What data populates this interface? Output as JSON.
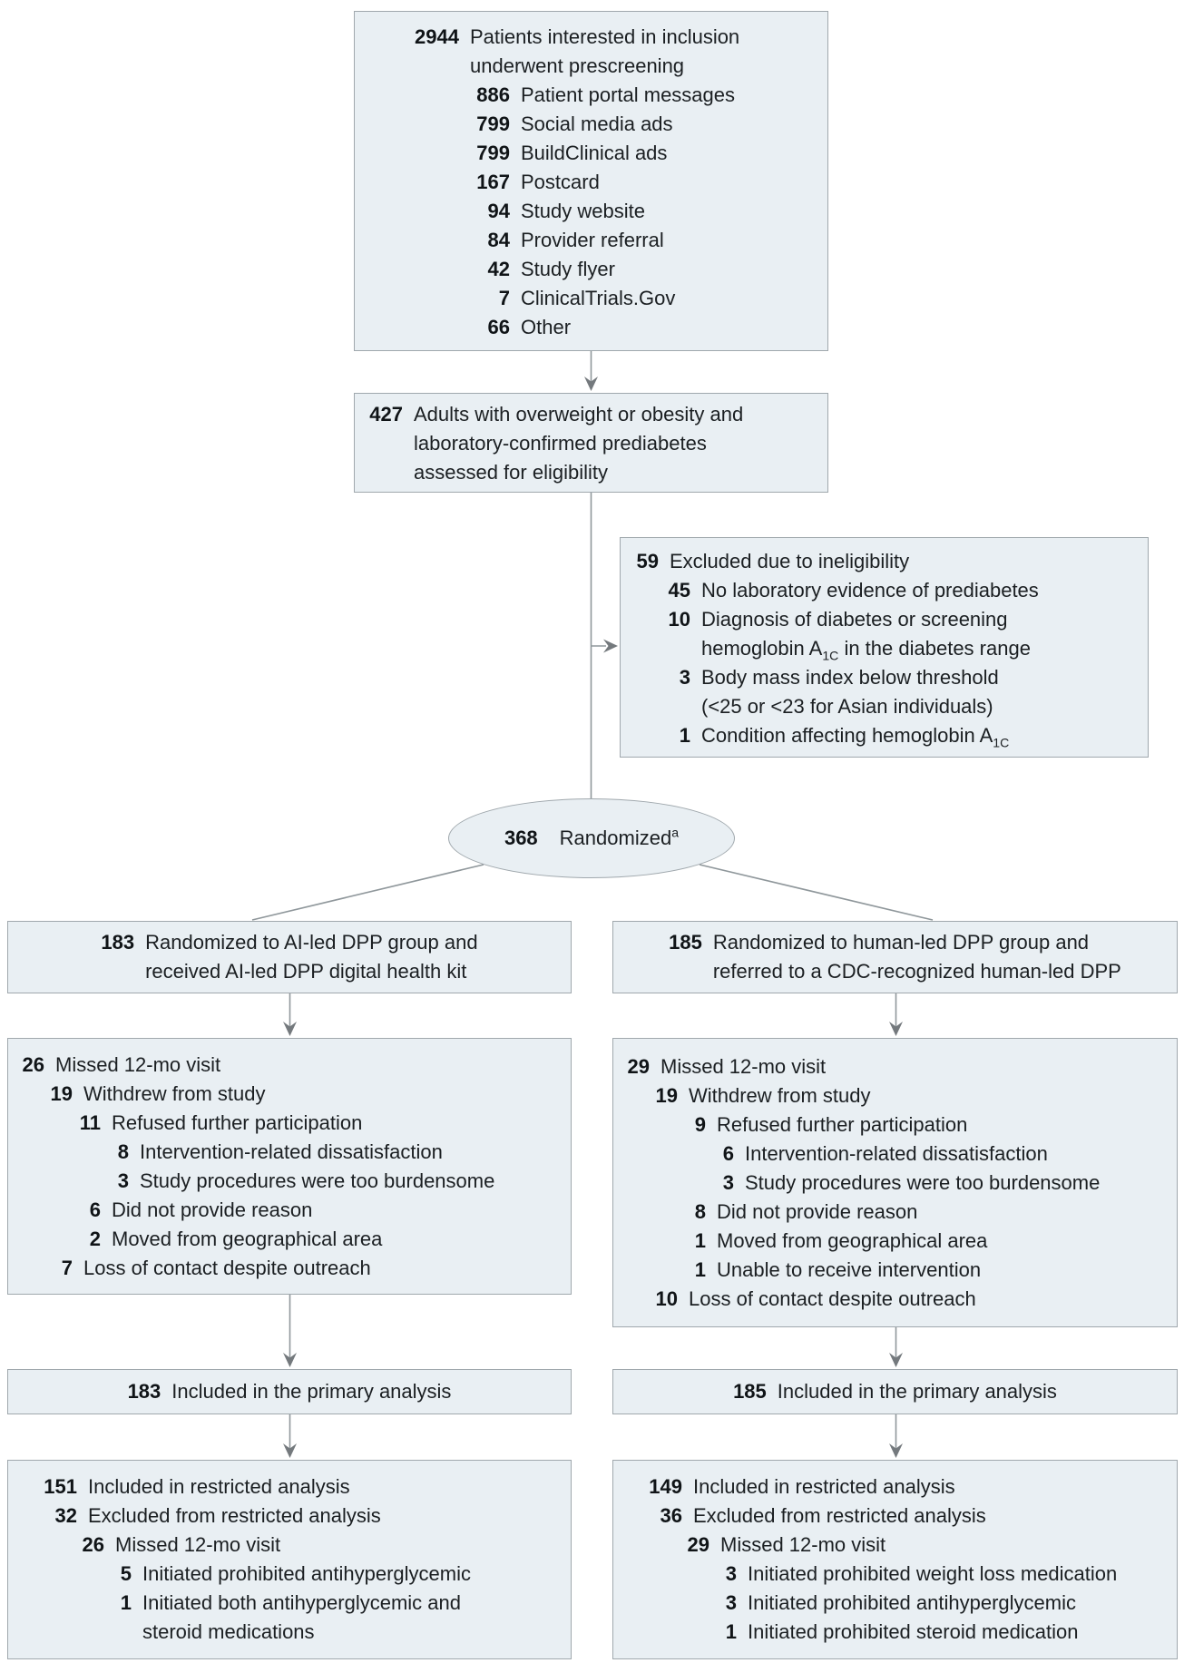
{
  "figure_type": "CONSORT patient flow diagram",
  "colors": {
    "box_fill": "#e9eff3",
    "box_border": "#a0a8ad",
    "line": "#8f979b",
    "arrowhead": "#74797d",
    "text": "#1b1f22"
  },
  "ellipse": {
    "num": "368",
    "text": "Randomized^a^"
  },
  "boxes": {
    "prescreening": {
      "rows": [
        {
          "level": 0,
          "num": "2944",
          "text": "Patients interested in inclusion\nunderwent prescreening"
        },
        {
          "level": 1,
          "num": "886",
          "text": "Patient portal messages"
        },
        {
          "level": 1,
          "num": "799",
          "text": "Social media ads"
        },
        {
          "level": 1,
          "num": "799",
          "text": "BuildClinical ads"
        },
        {
          "level": 1,
          "num": "167",
          "text": "Postcard"
        },
        {
          "level": 1,
          "num": "94",
          "text": "Study website"
        },
        {
          "level": 1,
          "num": "84",
          "text": "Provider referral"
        },
        {
          "level": 1,
          "num": "42",
          "text": "Study flyer"
        },
        {
          "level": 1,
          "num": "7",
          "text": "ClinicalTrials.Gov"
        },
        {
          "level": 1,
          "num": "66",
          "text": "Other"
        }
      ]
    },
    "eligibility": {
      "rows": [
        {
          "level": 0,
          "num": "427",
          "text": "Adults with overweight or obesity and\nlaboratory-confirmed prediabetes\nassessed for eligibility"
        }
      ]
    },
    "excluded": {
      "rows": [
        {
          "level": 0,
          "num": "59",
          "text": "Excluded due to ineligibility"
        },
        {
          "level": 1,
          "num": "45",
          "text": "No laboratory evidence of prediabetes"
        },
        {
          "level": 1,
          "num": "10",
          "text": "Diagnosis of diabetes or screening\nhemoglobin A~1C~ in the diabetes range"
        },
        {
          "level": 1,
          "num": "3",
          "text": "Body mass index below threshold\n(<25 or <23 for Asian individuals)"
        },
        {
          "level": 1,
          "num": "1",
          "text": "Condition affecting hemoglobin A~1C~"
        }
      ]
    },
    "group_ai": {
      "rows": [
        {
          "level": 0,
          "num": "183",
          "text": "Randomized to AI-led DPP group and\nreceived AI-led DPP digital health kit"
        }
      ]
    },
    "group_human": {
      "rows": [
        {
          "level": 0,
          "num": "185",
          "text": "Randomized to human-led DPP group and\nreferred to a CDC-recognized human-led DPP"
        }
      ]
    },
    "missed_ai": {
      "rows": [
        {
          "level": 0,
          "num": "26",
          "text": "Missed 12-mo visit"
        },
        {
          "level": 1,
          "num": "19",
          "text": "Withdrew from study"
        },
        {
          "level": 2,
          "num": "11",
          "text": "Refused further participation"
        },
        {
          "level": 3,
          "num": "8",
          "text": "Intervention-related dissatisfaction"
        },
        {
          "level": 3,
          "num": "3",
          "text": "Study procedures were too burdensome"
        },
        {
          "level": 2,
          "num": "6",
          "text": "Did not provide reason"
        },
        {
          "level": 2,
          "num": "2",
          "text": "Moved from geographical area"
        },
        {
          "level": 1,
          "num": "7",
          "text": "Loss of contact despite outreach"
        }
      ]
    },
    "missed_human": {
      "rows": [
        {
          "level": 0,
          "num": "29",
          "text": "Missed 12-mo visit"
        },
        {
          "level": 1,
          "num": "19",
          "text": "Withdrew from study"
        },
        {
          "level": 2,
          "num": "9",
          "text": "Refused further participation"
        },
        {
          "level": 3,
          "num": "6",
          "text": "Intervention-related dissatisfaction"
        },
        {
          "level": 3,
          "num": "3",
          "text": "Study procedures were too burdensome"
        },
        {
          "level": 2,
          "num": "8",
          "text": "Did not provide reason"
        },
        {
          "level": 2,
          "num": "1",
          "text": "Moved from geographical area"
        },
        {
          "level": 2,
          "num": "1",
          "text": "Unable to receive intervention"
        },
        {
          "level": 1,
          "num": "10",
          "text": "Loss of contact despite outreach"
        }
      ]
    },
    "primary_ai": {
      "rows": [
        {
          "level": 0,
          "num": "183",
          "text": "Included in the primary analysis"
        }
      ]
    },
    "primary_human": {
      "rows": [
        {
          "level": 0,
          "num": "185",
          "text": "Included in the primary analysis"
        }
      ]
    },
    "restricted_ai": {
      "rows": [
        {
          "level": 0,
          "num": "151",
          "text": "Included in restricted analysis"
        },
        {
          "level": 0,
          "num": "32",
          "text": "Excluded from restricted analysis"
        },
        {
          "level": 1,
          "num": "26",
          "text": "Missed 12-mo visit"
        },
        {
          "level": 2,
          "num": "5",
          "text": "Initiated prohibited antihyperglycemic"
        },
        {
          "level": 2,
          "num": "1",
          "text": "Initiated both antihyperglycemic and\nsteroid medications"
        }
      ]
    },
    "restricted_human": {
      "rows": [
        {
          "level": 0,
          "num": "149",
          "text": "Included in restricted analysis"
        },
        {
          "level": 0,
          "num": "36",
          "text": "Excluded from restricted analysis"
        },
        {
          "level": 1,
          "num": "29",
          "text": "Missed 12-mo visit"
        },
        {
          "level": 2,
          "num": "3",
          "text": "Initiated prohibited weight loss medication"
        },
        {
          "level": 2,
          "num": "3",
          "text": "Initiated prohibited antihyperglycemic"
        },
        {
          "level": 2,
          "num": "1",
          "text": "Initiated prohibited steroid medication"
        }
      ]
    }
  }
}
